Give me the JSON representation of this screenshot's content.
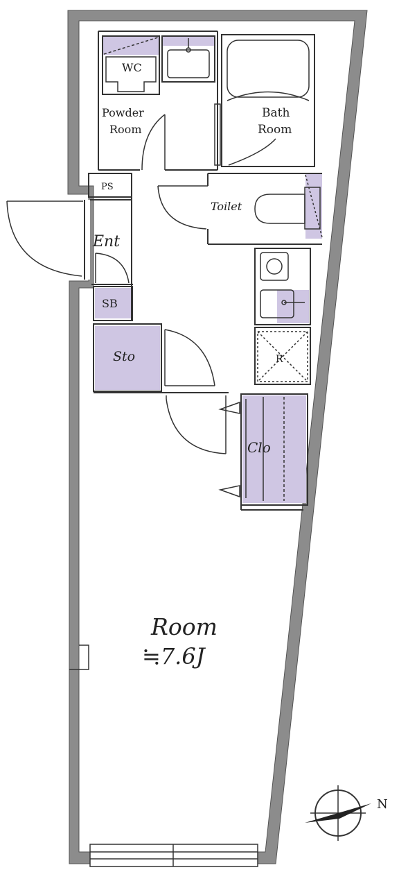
{
  "rooms": {
    "wc": "WC",
    "powder_line1": "Powder",
    "powder_line2": "Room",
    "bath_line1": "Bath",
    "bath_line2": "Room",
    "ps": "PS",
    "toilet": "Toilet",
    "entrance": "Ent",
    "shoe_box": "SB",
    "storage": "Sto",
    "refrigerator": "R",
    "closet": "Clo",
    "main_room": "Room",
    "main_room_size": "≒7.6J"
  },
  "compass": {
    "north_label": "N"
  },
  "colors": {
    "wall": "#8c8c8c",
    "lavender": "#cfc6e3",
    "line": "#333333"
  }
}
